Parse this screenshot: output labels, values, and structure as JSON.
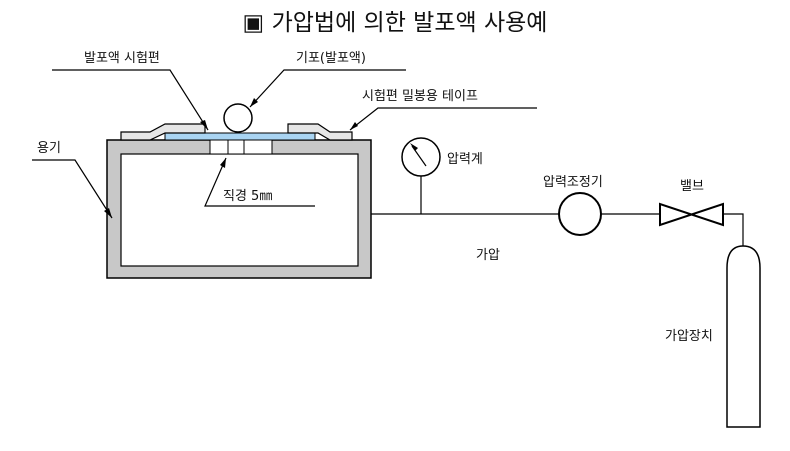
{
  "title": "▣ 가압법에 의한 발포액 사용예",
  "labels": {
    "foam_specimen": "발포액 시험편",
    "bubble": "기포(발포액)",
    "seal_tape": "시험편 밀봉용 테이프",
    "container": "용기",
    "diameter": "직경 5㎜",
    "pressure_gauge": "압력계",
    "regulator": "압력조정기",
    "valve": "밸브",
    "pressurize": "가압",
    "pressurizer": "가압장치"
  },
  "colors": {
    "line": "#000000",
    "container_wall": "#c8c8c8",
    "foam": "#a9d4f2",
    "background": "#ffffff"
  }
}
